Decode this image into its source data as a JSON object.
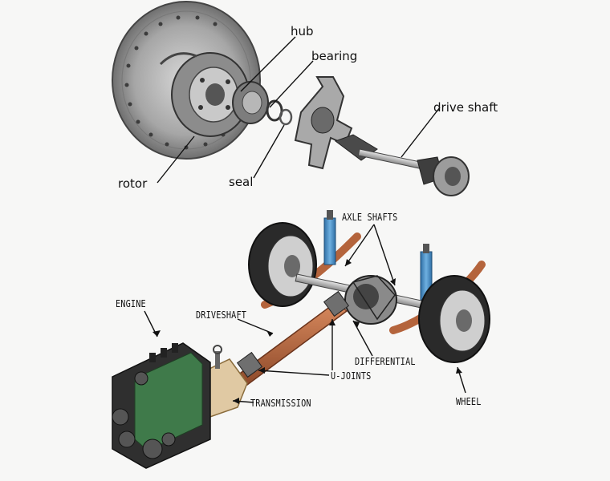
{
  "labels": {
    "hub": "hub",
    "bearing": "bearing",
    "drive_shaft": "drive shaft",
    "rotor": "rotor",
    "seal": "seal",
    "axle_shafts": "AXLE SHAFTS",
    "engine": "ENGINE",
    "driveshaft": "DRIVESHAFT",
    "differential": "DIFFERENTIAL",
    "u_joints": "U-JOINTS",
    "transmission": "TRANSMISSION",
    "wheel": "WHEEL"
  },
  "colors": {
    "rotor": "#9a9a9a",
    "shaft_copper": "#b4643c",
    "engine_green": "#3f7a4a",
    "shock_blue": "#4a90c8",
    "transmission_tan": "#e0c9a3",
    "tire": "#2a2a2a",
    "leader_line": "#111111"
  }
}
